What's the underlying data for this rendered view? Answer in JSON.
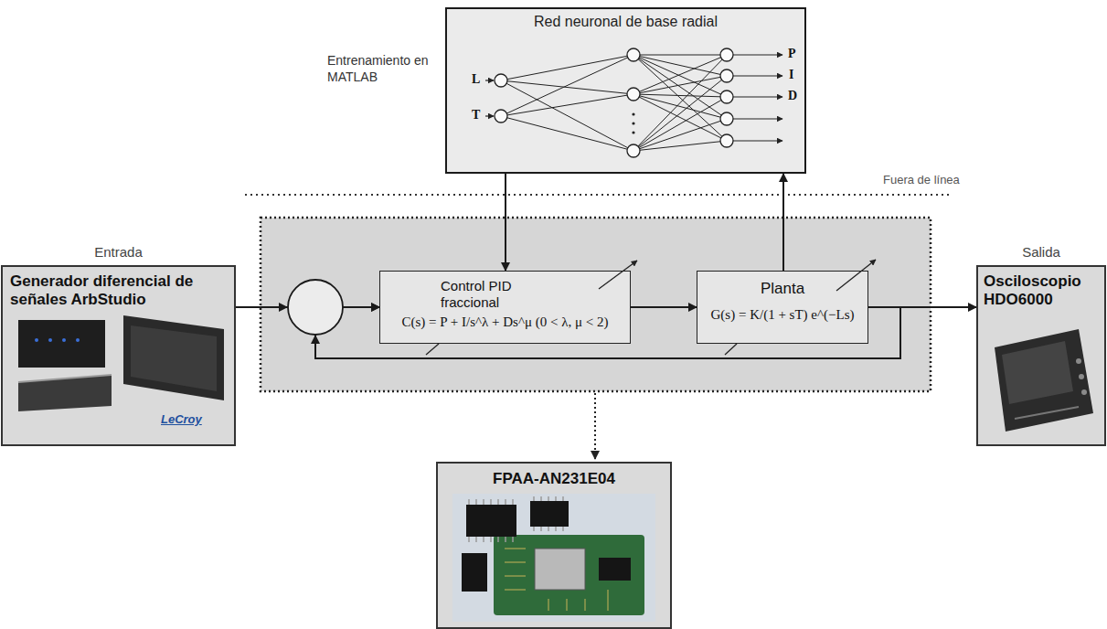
{
  "diagram": {
    "nodes": [
      {
        "text": [
          "Red neuronal de base radial"
        ]
      },
      {
        "text": [
          "Entrada",
          "Generador diferencial de señales ArbStudio"
        ]
      },
      {
        "text": [
          "Control PID fraccional",
          "C(s) = P + I/s^λ + Ds^μ (0 < λ, μ < 2)"
        ]
      },
      {
        "text": [
          "Planta",
          "G(s) = K/(1 + sT) e^(−Ls)"
        ]
      },
      {
        "text": [
          "Salida",
          "Osciloscopio HDO6000"
        ]
      },
      {
        "text": [
          "FPAA-AN231E04"
        ]
      }
    ],
    "edges": [
      {
        "from": 1,
        "to": 2,
        "arrow": "to"
      },
      {
        "from": 0,
        "to": 2,
        "arrow": "to"
      },
      {
        "from": 2,
        "to": 3,
        "arrow": "to"
      },
      {
        "from": 3,
        "to": 0,
        "arrow": "to"
      },
      {
        "from": 3,
        "to": 4,
        "arrow": "to"
      },
      {
        "from": 3,
        "to": 2,
        "arrow": "to"
      }
    ],
    "labels": [
      "Entrenamiento en MATLAB",
      "Fuera de línea",
      "L",
      "T",
      "P",
      "I",
      "D",
      "LeCroy"
    ]
  }
}
